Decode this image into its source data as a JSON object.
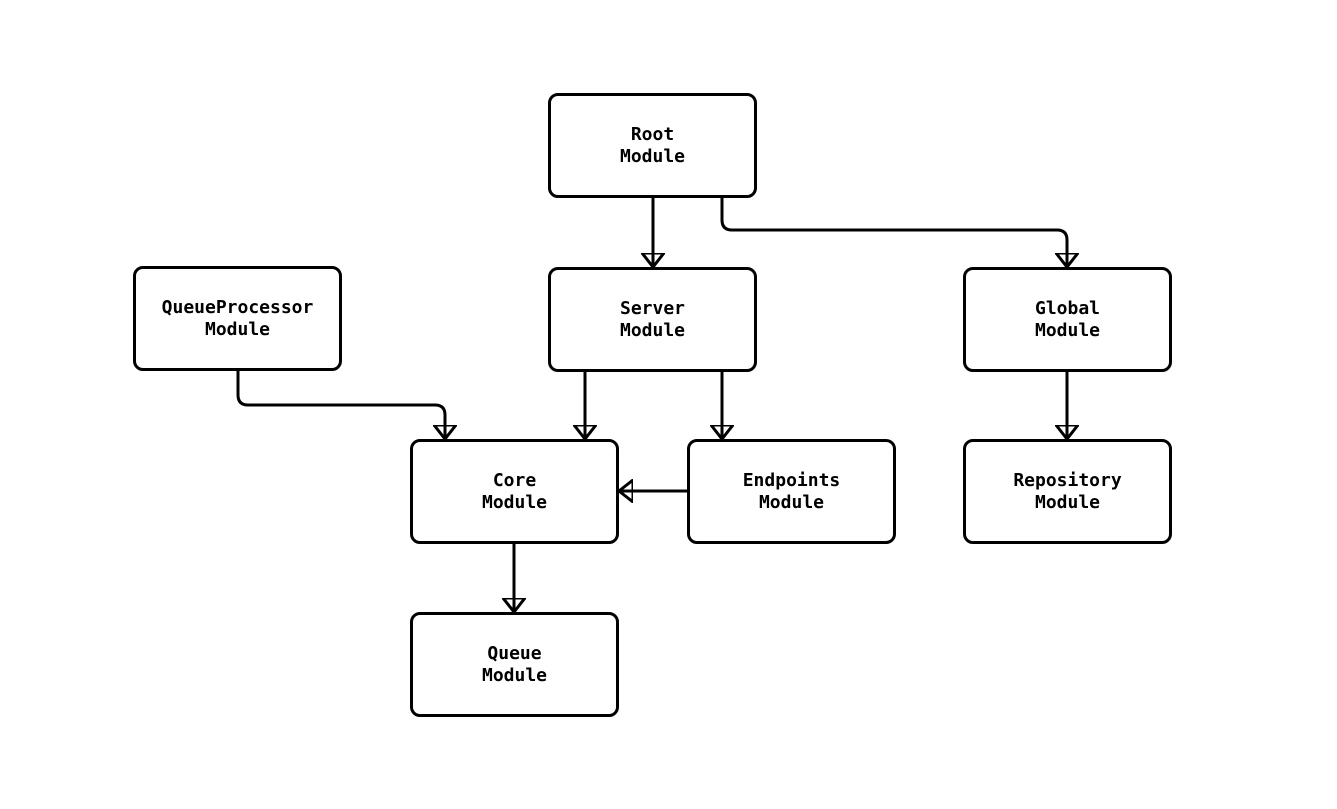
{
  "background_color": "#ffffff",
  "diagram": {
    "type": "flowchart",
    "direction": "top-down",
    "stroke_color": "#000000",
    "node_fill_color": "#ffffff",
    "text_color": "#000000",
    "nodes": [
      {
        "id": "root",
        "label": "Root\nModule"
      },
      {
        "id": "server",
        "label": "Server\nModule"
      },
      {
        "id": "global",
        "label": "Global\nModule"
      },
      {
        "id": "queue-processor",
        "label": "QueueProcessor\nModule"
      },
      {
        "id": "core",
        "label": "Core\nModule"
      },
      {
        "id": "endpoints",
        "label": "Endpoints\nModule"
      },
      {
        "id": "repository",
        "label": "Repository\nModule"
      },
      {
        "id": "queue",
        "label": "Queue\nModule"
      }
    ],
    "edges": [
      {
        "from": "root",
        "to": "server"
      },
      {
        "from": "root",
        "to": "global"
      },
      {
        "from": "queue-processor",
        "to": "core"
      },
      {
        "from": "server",
        "to": "core"
      },
      {
        "from": "server",
        "to": "endpoints"
      },
      {
        "from": "endpoints",
        "to": "core"
      },
      {
        "from": "global",
        "to": "repository"
      },
      {
        "from": "core",
        "to": "queue"
      }
    ]
  }
}
